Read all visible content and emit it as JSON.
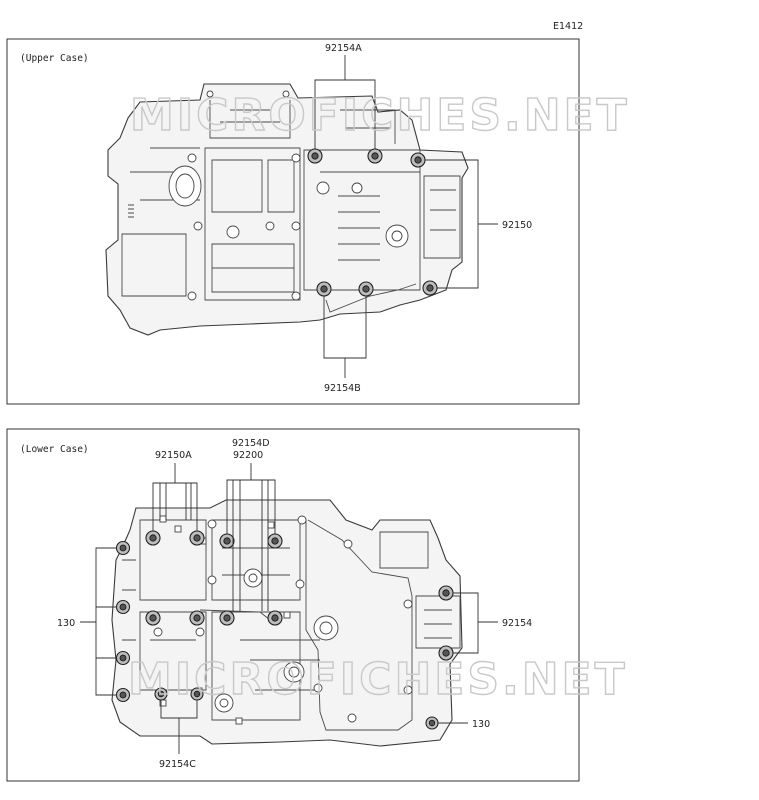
{
  "code": "E1412",
  "watermark": "MICROFICHES.NET",
  "upper": {
    "title": "(Upper Case)",
    "labels": {
      "a": "92154A",
      "b": "92154B",
      "c": "92150"
    }
  },
  "lower": {
    "title": "(Lower Case)",
    "labels": {
      "a": "92150A",
      "d": "92154D",
      "e": "92200",
      "f": "130",
      "g": "92154",
      "h": "130",
      "c": "92154C"
    }
  }
}
